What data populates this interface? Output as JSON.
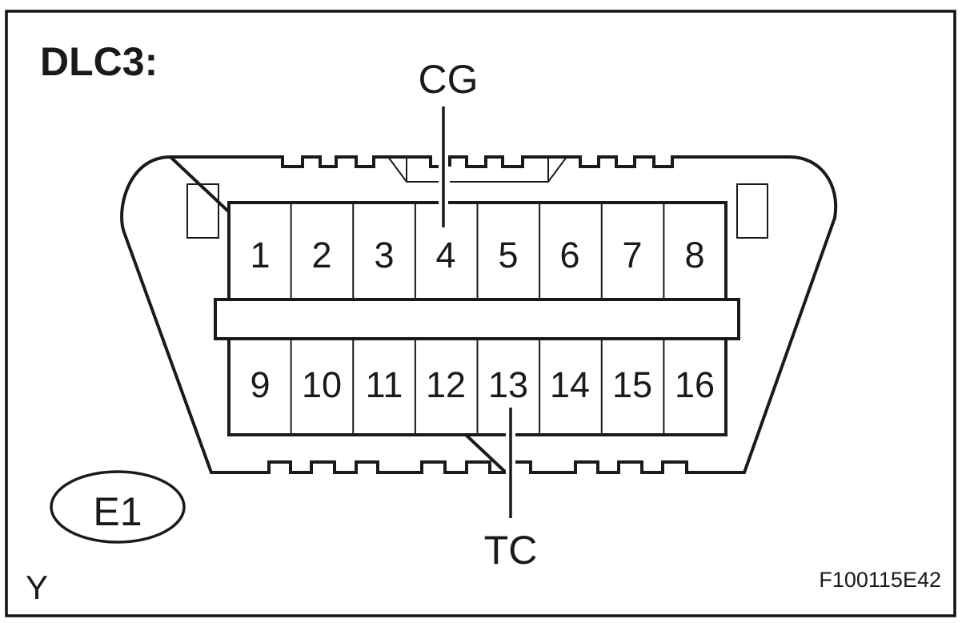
{
  "diagram": {
    "title": "DLC3:",
    "connector_code": "E1",
    "view_marker": "Y",
    "figure_id": "F100115E42",
    "pins_top_row": [
      "1",
      "2",
      "3",
      "4",
      "5",
      "6",
      "7",
      "8"
    ],
    "pins_bottom_row": [
      "9",
      "10",
      "11",
      "12",
      "13",
      "14",
      "15",
      "16"
    ],
    "callouts": [
      {
        "label": "CG",
        "pin": "4"
      },
      {
        "label": "TC",
        "pin": "13"
      }
    ],
    "colors": {
      "ink": "#1a1a1a",
      "background": "#ffffff"
    }
  }
}
